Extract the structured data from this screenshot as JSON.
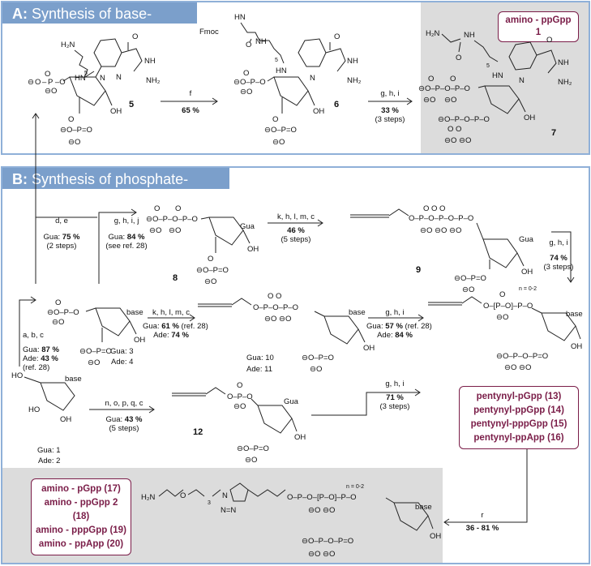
{
  "panel_a": {
    "letter": "A:",
    "title": " Synthesis of base-modified amino-MSN",
    "highlight_label": "amino - ppGpp 1",
    "compounds": {
      "c5": "5",
      "c6": "6",
      "c7": "7"
    },
    "fmoc": "Fmoc",
    "step1": {
      "reagent": "f",
      "yield": "65 %"
    },
    "step2": {
      "reagent": "g, h, i",
      "yield": "33 %",
      "note": "(3 steps)"
    }
  },
  "panel_b": {
    "letter": "B:",
    "title": " Synthesis of phosphate-modified amino-MSN",
    "compounds": {
      "c8": "8",
      "c9": "9",
      "c12": "12"
    },
    "labels": {
      "gua3": "Gua: 3",
      "ade4": "Ade: 4",
      "gua10": "Gua: 10",
      "ade11": "Ade: 11",
      "gua1": "Gua: 1",
      "ade2": "Ade: 2"
    },
    "steps": {
      "de": {
        "reagent": "d, e",
        "yield_prefix": "Gua: ",
        "yield": "75 %",
        "note": "(2 steps)"
      },
      "ghij": {
        "reagent": "g, h, i, j",
        "yield_prefix": "Gua: ",
        "yield": "84 %",
        "note": "(see ref. 28)"
      },
      "khlmc_top": {
        "reagent": "k, h, l, m, c",
        "yield": "46 %",
        "note": "(5 steps)"
      },
      "ghi_right": {
        "reagent": "g, h, i",
        "yield": "74 %",
        "note": "(3 steps)"
      },
      "abc": {
        "reagent": "a, b, c",
        "gua": "Gua: ",
        "gua_y": "87 %",
        "ade": "Ade: ",
        "ade_y": "43 %",
        "note": "(ref. 28)"
      },
      "khlmc_mid": {
        "reagent": "k, h, l, m, c",
        "gua": "Gua: ",
        "gua_y": "61 %",
        "gua_note": " (ref. 28)",
        "ade": "Ade: ",
        "ade_y": "74 %"
      },
      "ghi_mid": {
        "reagent": "g, h, i",
        "gua": "Gua: ",
        "gua_y": "57 %",
        "gua_note": " (ref. 28)",
        "ade": "Ade: ",
        "ade_y": "84 %"
      },
      "nopqc": {
        "reagent": "n, o, p, q, c",
        "yield_prefix": "Gua: ",
        "yield": "43 %",
        "note": "(5 steps)"
      },
      "ghi_low": {
        "reagent": "g, h, i",
        "yield": "71 %",
        "note": "(3 steps)"
      },
      "r": {
        "reagent": "r",
        "yield": "36 - 81 %"
      }
    },
    "pentynyl_labels": [
      "pentynyl-pGpp (13)",
      "pentynyl-ppGpp (14)",
      "pentynyl-pppGpp (15)",
      "pentynyl-ppApp (16)"
    ],
    "amino_labels": [
      "amino - pGpp (17)",
      "amino - ppGpp 2 (18)",
      "amino - pppGpp (19)",
      "amino - ppApp (20)"
    ],
    "n_range": "n = 0-2",
    "sub3": "3"
  }
}
